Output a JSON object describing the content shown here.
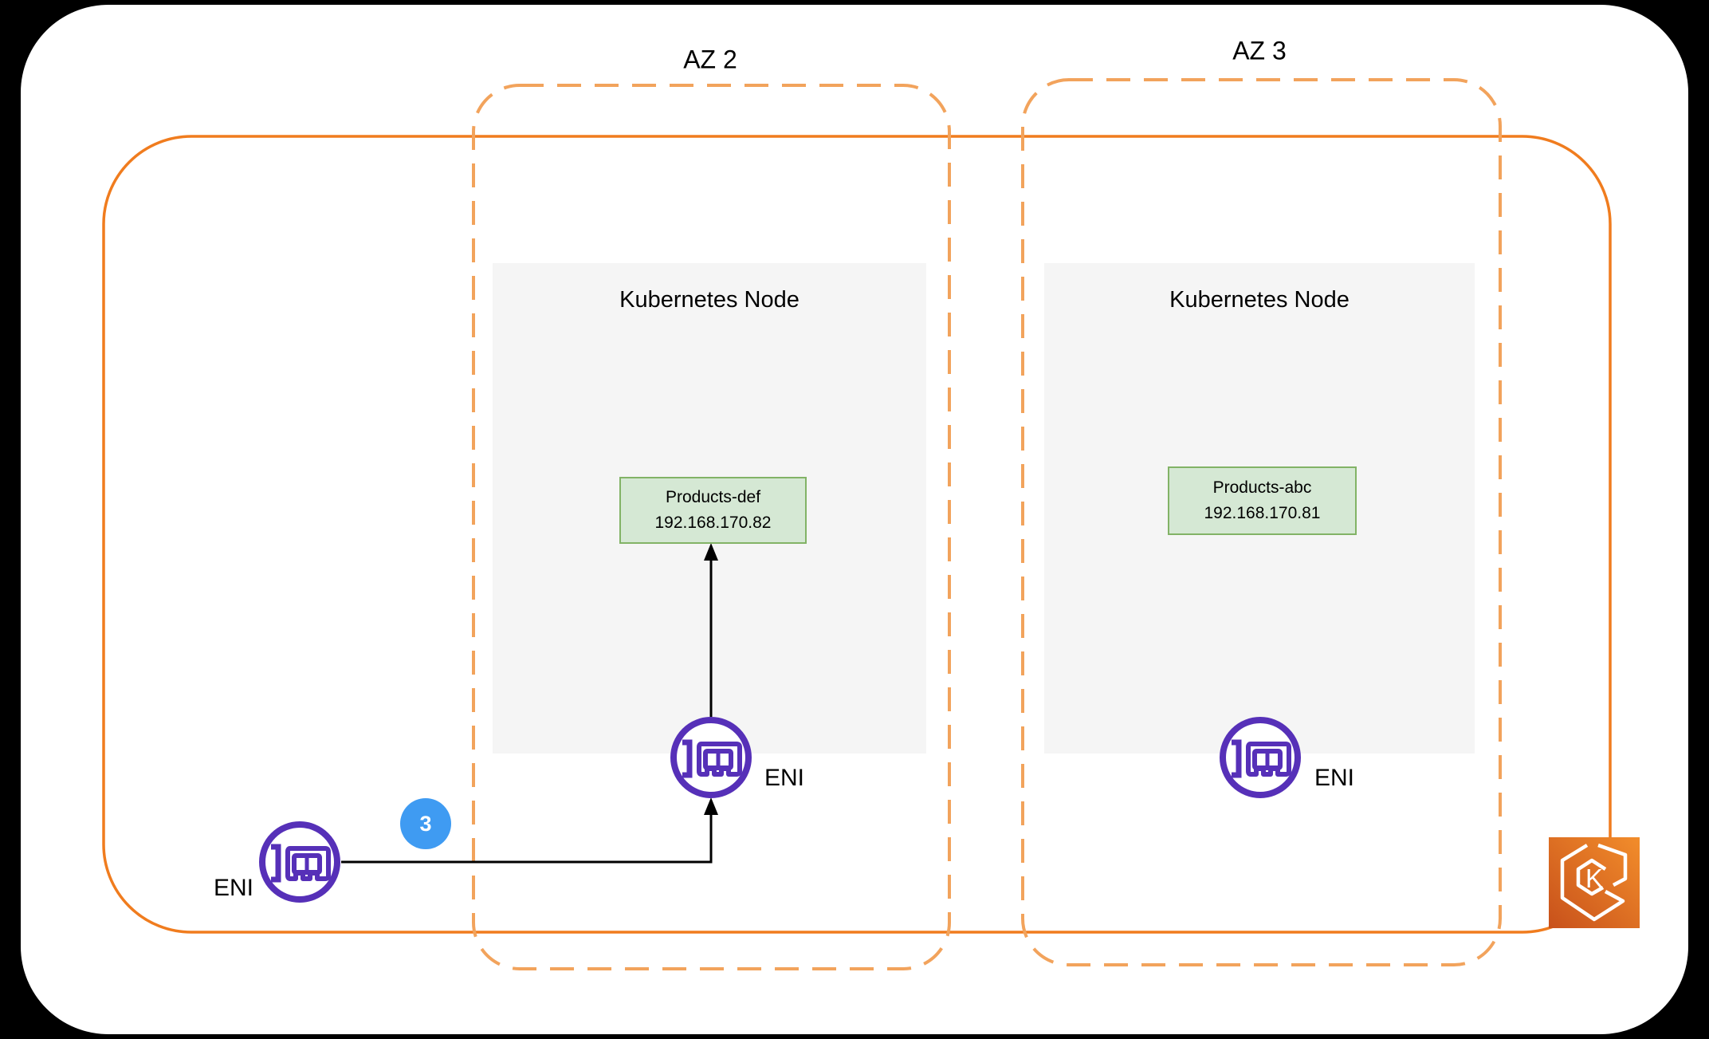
{
  "availability_zones": [
    {
      "label": "AZ 2"
    },
    {
      "label": "AZ 3"
    }
  ],
  "kubernetes_nodes": [
    {
      "title": "Kubernetes Node",
      "pod": {
        "name": "Products-def",
        "ip": "192.168.170.82"
      },
      "eni_label": "ENI"
    },
    {
      "title": "Kubernetes Node",
      "pod": {
        "name": "Products-abc",
        "ip": "192.168.170.81"
      },
      "eni_label": "ENI"
    }
  ],
  "vpc_eni": {
    "label": "ENI"
  },
  "step_badge": {
    "value": "3"
  },
  "eks_icon": {
    "letter": "K"
  },
  "colors": {
    "vpc_border": "#F07C1E",
    "az_border": "#F2A35C",
    "node_bg": "#F5F5F5",
    "pod_fill": "#D5E8D4",
    "pod_border": "#82B366",
    "eni_purple": "#5630B8",
    "badge_bg": "#3F9BF2",
    "arrow": "#000000",
    "eks_orange_dark": "#C8511B",
    "eks_orange_light": "#F28D2B"
  }
}
